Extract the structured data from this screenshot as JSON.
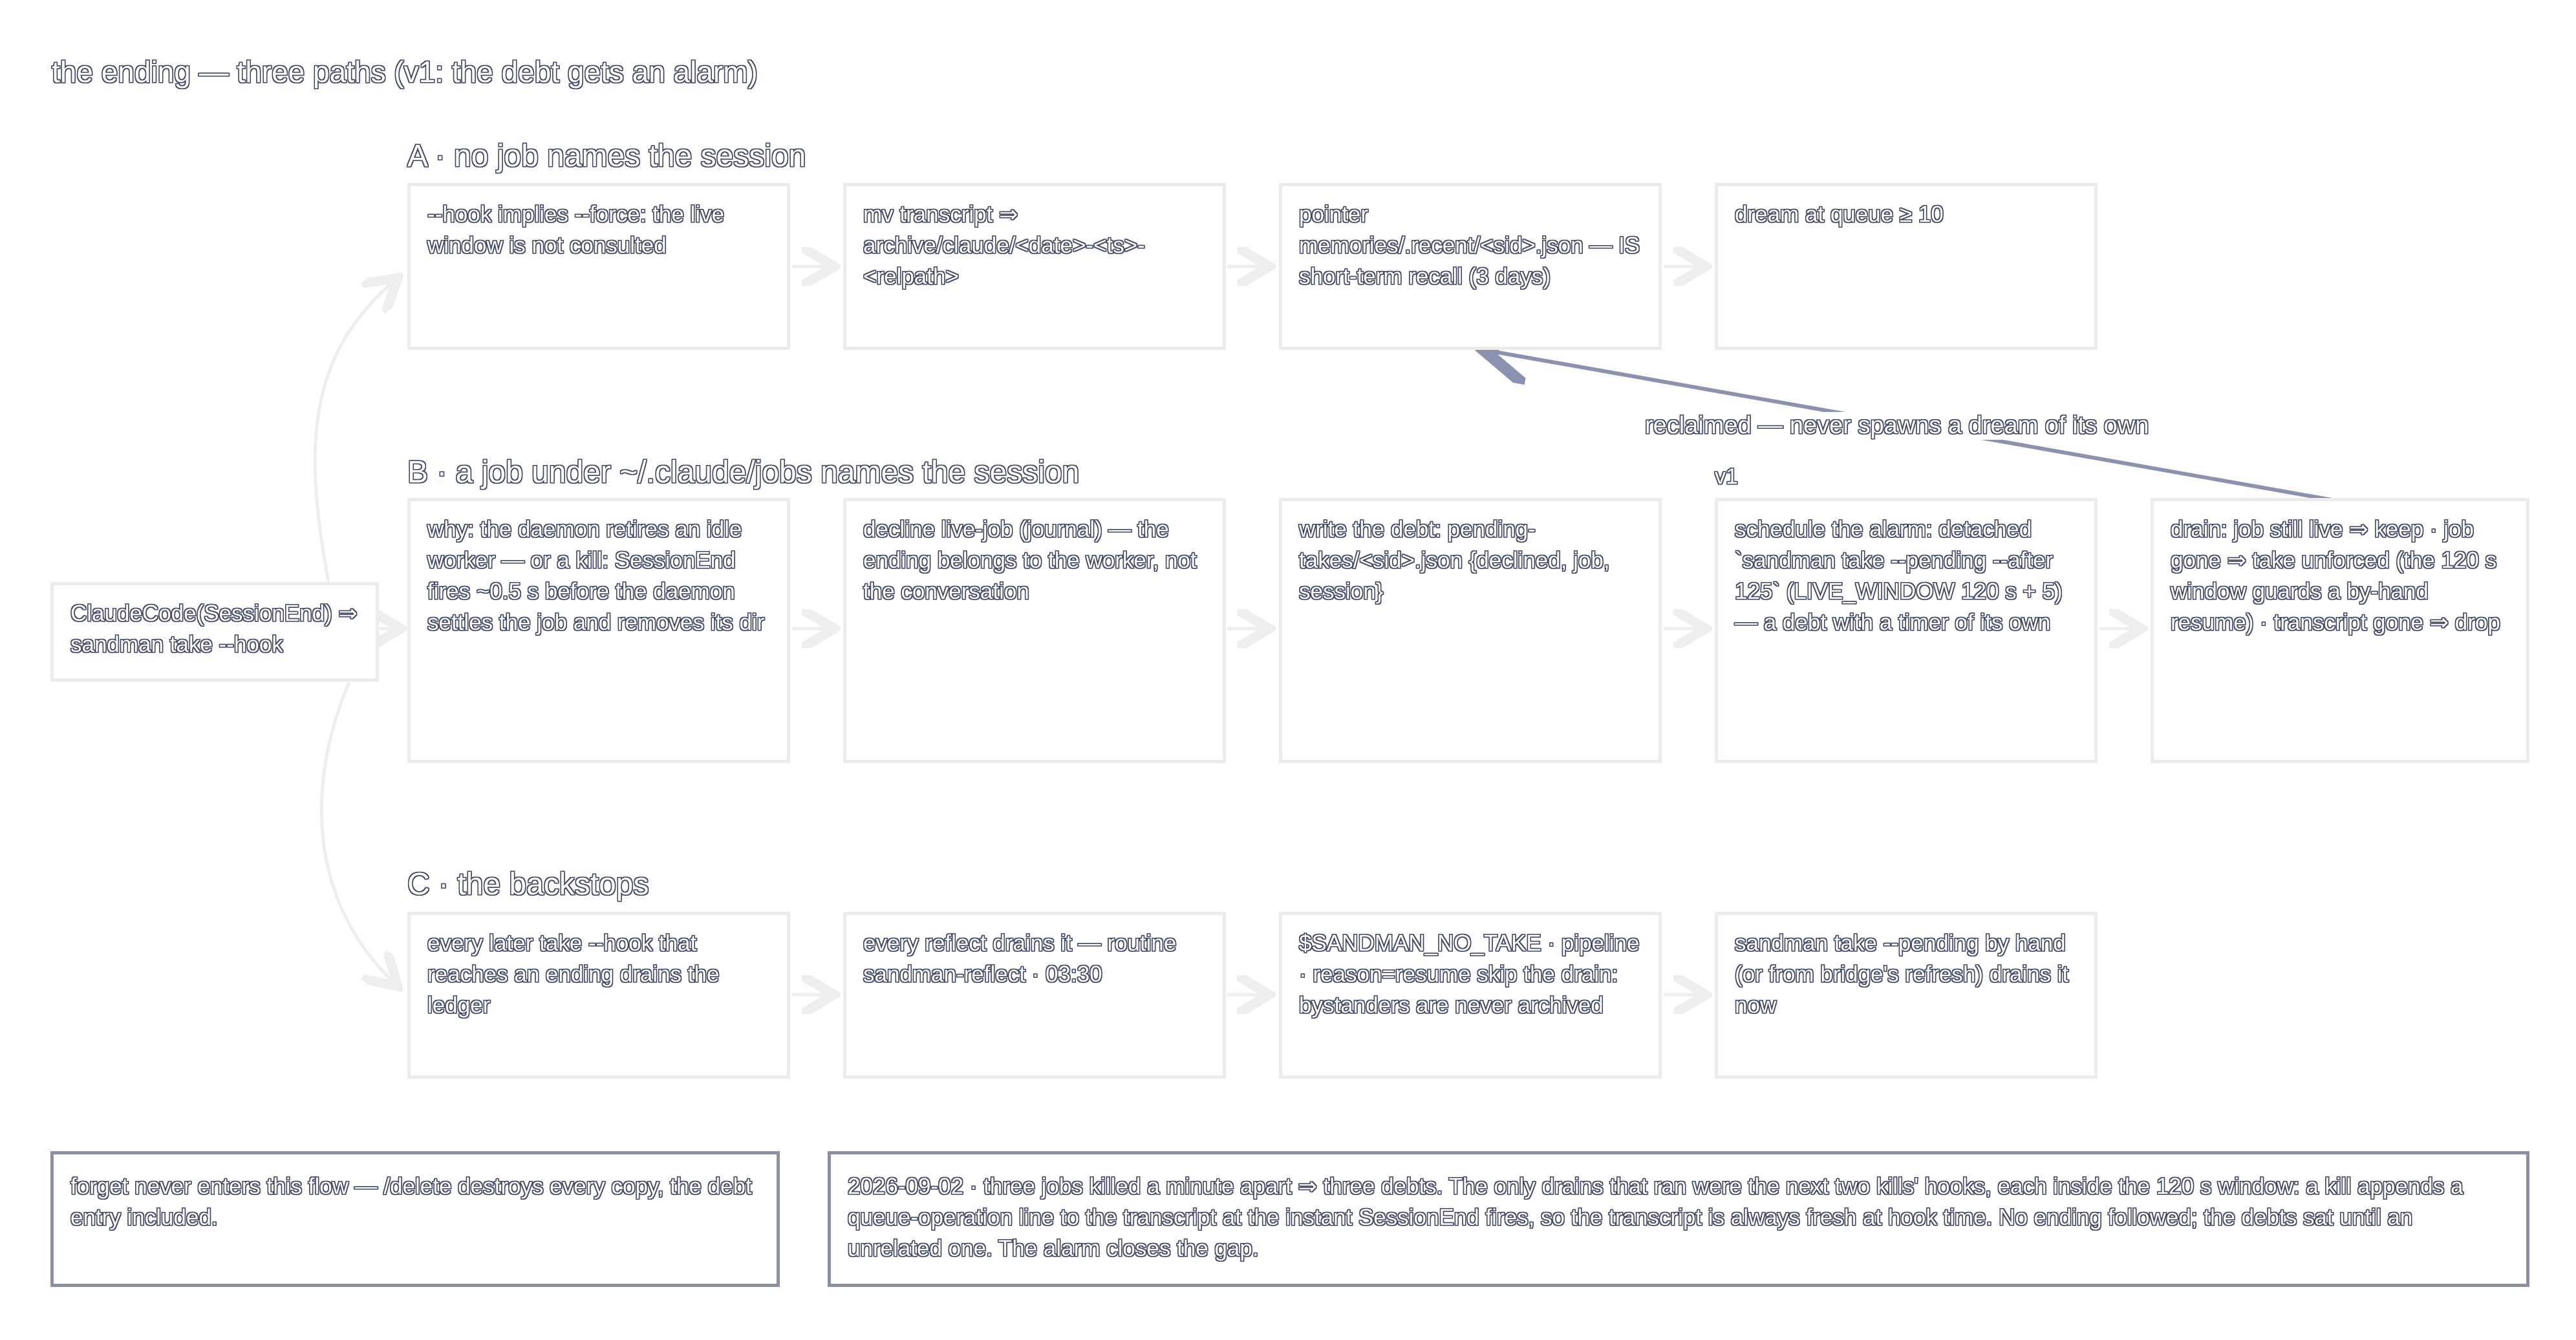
{
  "title": "the ending — three paths (v1: the debt gets an alarm)",
  "origin": "ClaudeCode(SessionEnd) ⇒ sandman take --hook",
  "sections": {
    "a": {
      "heading": "A · no job names the session",
      "steps": [
        "--hook implies --force: the live window is not consulted",
        "mv transcript ⇒ archive/claude/<date>-<ts>-<relpath>",
        "pointer memories/.recent/<sid>.json — IS short-term recall (3 days)",
        "dream at queue ≥ 10"
      ]
    },
    "b": {
      "heading": "B · a job under ~/.claude/jobs names the session",
      "steps": [
        "why: the daemon retires an idle worker — or a kill: SessionEnd fires ~0.5 s before the daemon settles the job and removes its dir",
        "decline live-job (journal) — the ending belongs to the worker, not the conversation",
        "write the debt: pending-takes/<sid>.json {declined, job, session}",
        "schedule the alarm: detached `sandman take --pending --after 125` (LIVE_WINDOW 120 s + 5) — a debt with a timer of its own",
        "drain: job still live ⇒ keep · job gone ⇒ take unforced (the 120 s window guards a by-hand resume) · transcript gone ⇒ drop"
      ],
      "v1_tag": "v1",
      "reclaim_label": "reclaimed — never spawns a dream of its own"
    },
    "c": {
      "heading": "C · the backstops",
      "steps": [
        "every later take --hook that reaches an ending drains the ledger",
        "every reflect drains it — routine sandman-reflect · 03:30",
        "$SANDMAN_NO_TAKE · pipeline · reason=resume skip the drain: bystanders are never archived",
        "sandman take --pending by hand (or from bridge's refresh) drains it now"
      ]
    }
  },
  "notes": {
    "forget": "forget never enters this flow — /delete destroys every copy, the debt entry included.",
    "incident": "2026-09-02 · three jobs killed a minute apart ⇒ three debts. The only drains that ran were the next two kills' hooks, each inside the 120 s window: a kill appends a queue-operation line to the transcript at the instant SessionEnd fires, so the transcript is always fresh at hook time. No ending followed; the debts sat until an unrelated one. The alarm closes the gap."
  },
  "colors": {
    "box_border": "#ececec",
    "note_border": "#8c90a6",
    "reclaim_arrow": "#8a92b0",
    "connector": "#eeeeee",
    "text_outline": "#3e4566"
  }
}
